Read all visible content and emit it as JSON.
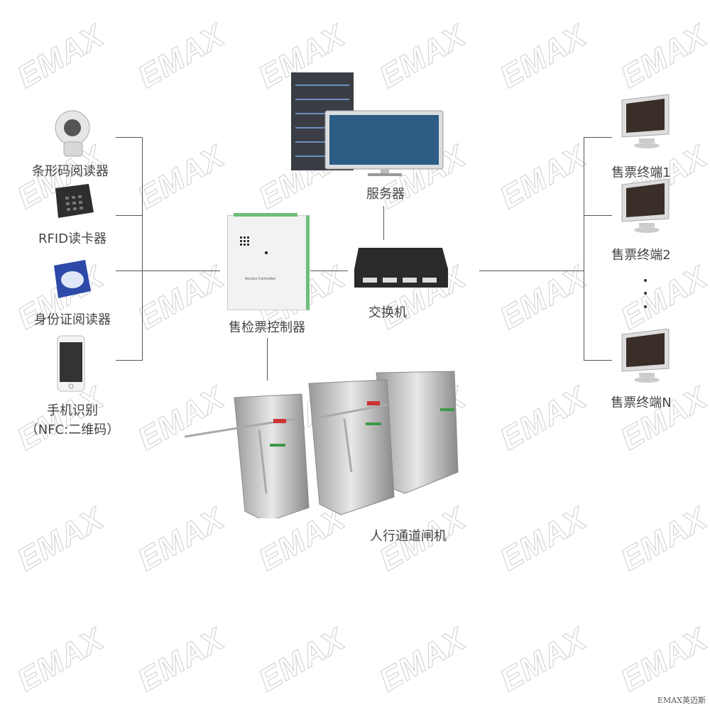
{
  "watermark": "EMAX",
  "credit": "EMAX英迈斯",
  "left_devices": [
    {
      "label": "条形码阅读器"
    },
    {
      "label": "RFID读卡器"
    },
    {
      "label": "身份证阅读器"
    },
    {
      "label": "手机识别",
      "sublabel": "（NFC:二维码）"
    }
  ],
  "server": {
    "label": "服务器"
  },
  "controller": {
    "label": "售检票控制器",
    "board_text": "Access Controller"
  },
  "switch": {
    "label": "交换机"
  },
  "turnstile": {
    "label": "人行通道闸机"
  },
  "terminals": [
    {
      "label": "售票终端1"
    },
    {
      "label": "售票终端2"
    },
    {
      "label": "售票终端N"
    }
  ]
}
